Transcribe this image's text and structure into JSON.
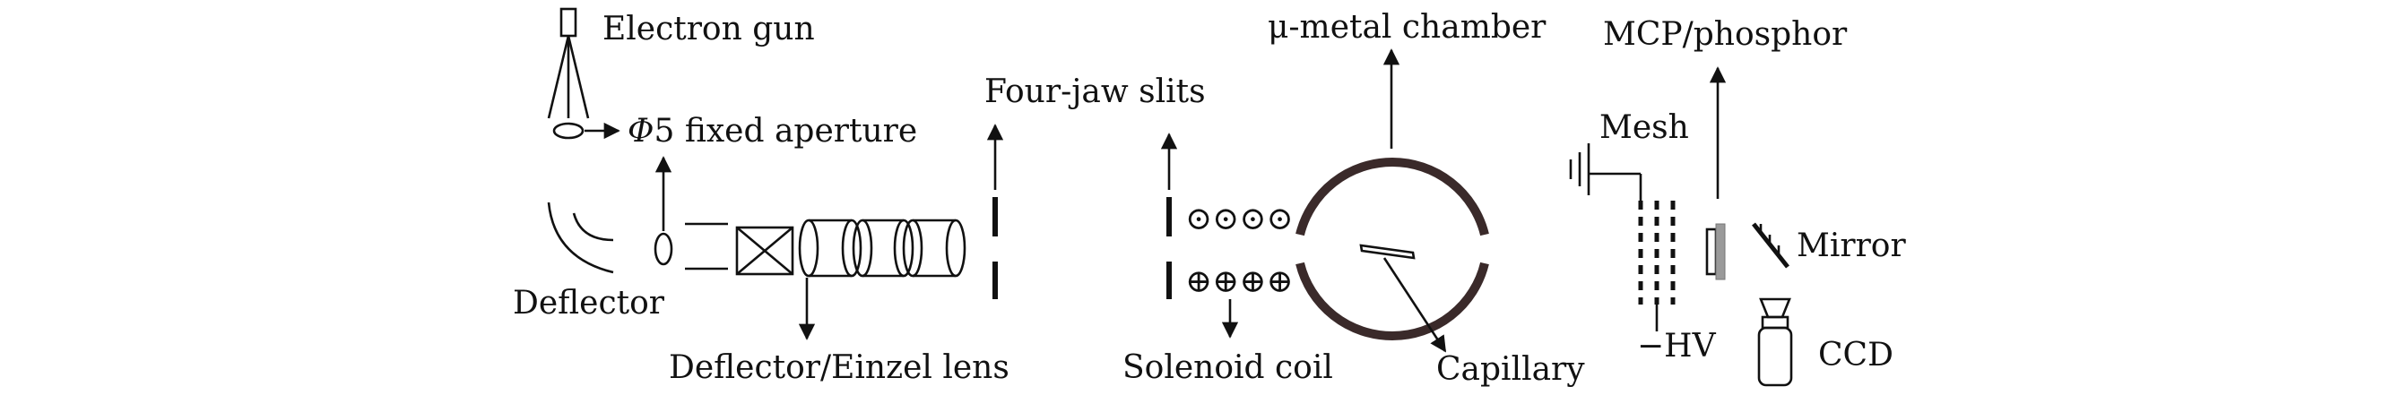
{
  "labels": {
    "electron_gun": "Electron gun",
    "aperture_symbol": "Φ",
    "aperture_text": "5 fixed aperture",
    "deflector": "Deflector",
    "deflector_einzel_lens": "Deflector/Einzel lens",
    "four_jaw_slits": "Four-jaw slits",
    "solenoid_coil": "Solenoid coil",
    "mu_metal_chamber": "μ-metal chamber",
    "capillary": "Capillary",
    "mesh": "Mesh",
    "minus_sign": "−",
    "hv": "HV",
    "mcp_phosphor": "MCP/phosphor",
    "mirror": "Mirror",
    "ccd": "CCD"
  },
  "coil_symbols": {
    "top_row": "⊙⊙⊙⊙",
    "bottom_row": "⊕⊕⊕⊕"
  },
  "colors": {
    "ink": "#111111",
    "phosphor_gray": "#9a9a9a",
    "chamber_wall": "#3a2a2a",
    "background": "#ffffff"
  }
}
